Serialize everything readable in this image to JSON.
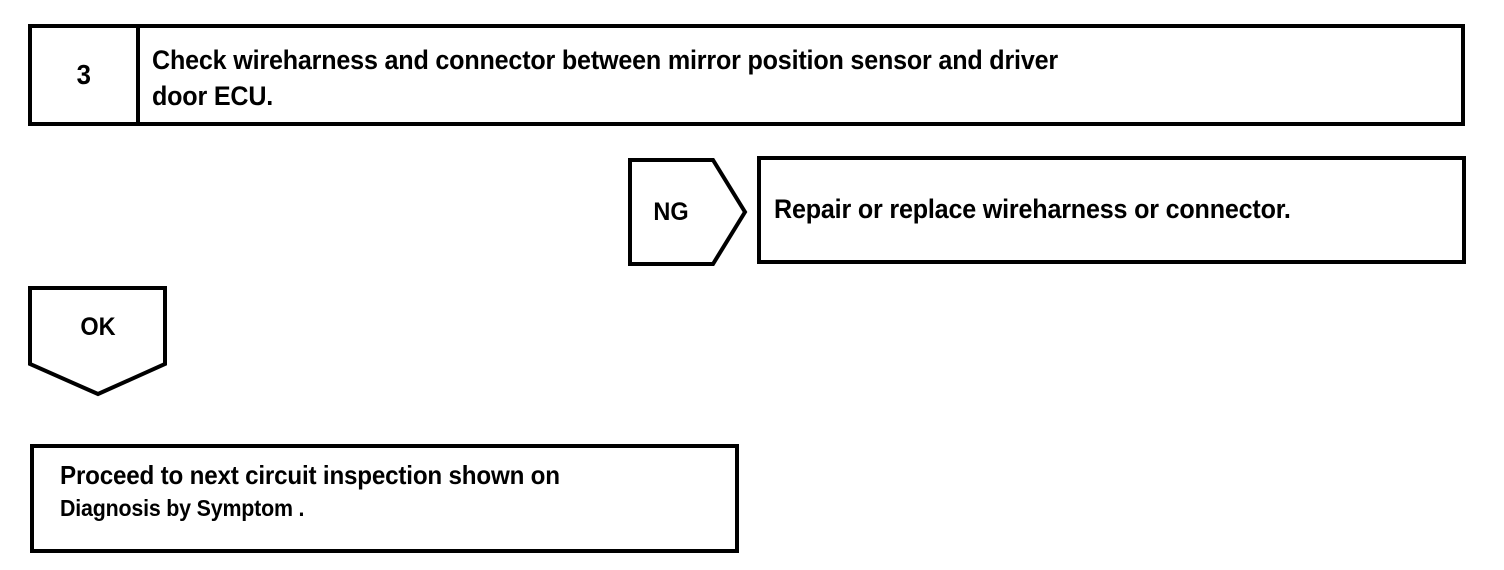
{
  "page": {
    "background_color": "#ffffff",
    "line_color": "#000000",
    "text_color": "#000000"
  },
  "step": {
    "number": "3",
    "instruction_line_1": "Check wireharness and connector between mirror position sensor and driver",
    "instruction_line_2": "door ECU."
  },
  "ng_branch": {
    "label": "NG",
    "result_text": "Repair or replace wireharness or connector."
  },
  "ok_branch": {
    "label": "OK",
    "result_line_1": "Proceed to next circuit inspection shown on",
    "result_line_2": "Diagnosis by Symptom ."
  }
}
